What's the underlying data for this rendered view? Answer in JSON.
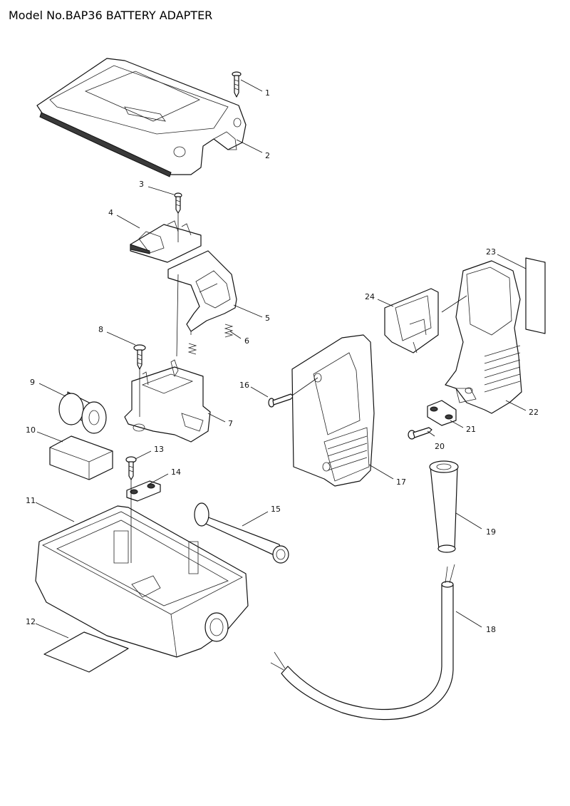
{
  "title": "Model No.BAP36 BATTERY ADAPTER",
  "callouts": [
    {
      "id": "1",
      "label": "1"
    },
    {
      "id": "2",
      "label": "2"
    },
    {
      "id": "3",
      "label": "3"
    },
    {
      "id": "4",
      "label": "4"
    },
    {
      "id": "5",
      "label": "5"
    },
    {
      "id": "6",
      "label": "6"
    },
    {
      "id": "7",
      "label": "7"
    },
    {
      "id": "8",
      "label": "8"
    },
    {
      "id": "9",
      "label": "9"
    },
    {
      "id": "10",
      "label": "10"
    },
    {
      "id": "11",
      "label": "11"
    },
    {
      "id": "12",
      "label": "12"
    },
    {
      "id": "13",
      "label": "13"
    },
    {
      "id": "14",
      "label": "14"
    },
    {
      "id": "15",
      "label": "15"
    },
    {
      "id": "16",
      "label": "16"
    },
    {
      "id": "17",
      "label": "17"
    },
    {
      "id": "18",
      "label": "18"
    },
    {
      "id": "19",
      "label": "19"
    },
    {
      "id": "20",
      "label": "20"
    },
    {
      "id": "21",
      "label": "21"
    },
    {
      "id": "22",
      "label": "22"
    },
    {
      "id": "23",
      "label": "23"
    },
    {
      "id": "24",
      "label": "24"
    }
  ]
}
